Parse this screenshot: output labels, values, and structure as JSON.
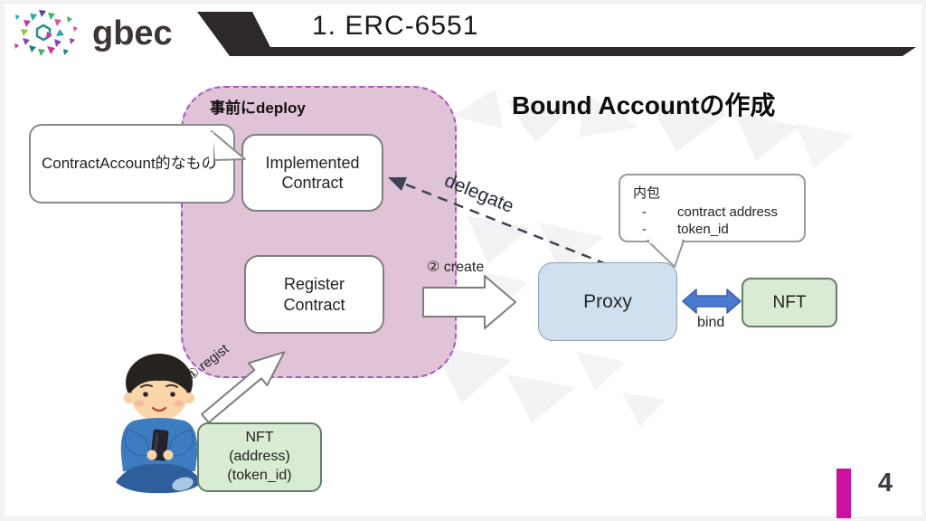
{
  "brand": {
    "logo_text": "gbec"
  },
  "header": {
    "title": "1. ERC-6551"
  },
  "slide": {
    "heading": "Bound Accountの作成",
    "page_number": "4"
  },
  "colors": {
    "accent_magenta": "#cb11a2",
    "container_pink": "#e0c3d6",
    "container_border_purple": "#a357bf",
    "proxy_fill_blue": "#cfe1ef",
    "nft_fill_green": "#d9ebd2",
    "bind_arrow_blue": "#4b7bd0"
  },
  "diagram": {
    "deploy_group_label": "事前にdeploy",
    "speech_bubble_text": "ContractAccount的なもの",
    "implemented_contract_label": "Implemented Contract",
    "register_contract_label": "Register Contract",
    "delegate_label": "delegate",
    "create_label": "② create",
    "regist_label": "① regist",
    "proxy_label": "Proxy",
    "bind_label": "bind",
    "nft_label": "NFT",
    "naihou_callout": {
      "title": "内包",
      "bullet": "-",
      "items": [
        "contract address",
        "token_id"
      ]
    },
    "nft_detail_box": {
      "line1": "NFT",
      "line2": "(address)",
      "line3": "(token_id)"
    }
  }
}
